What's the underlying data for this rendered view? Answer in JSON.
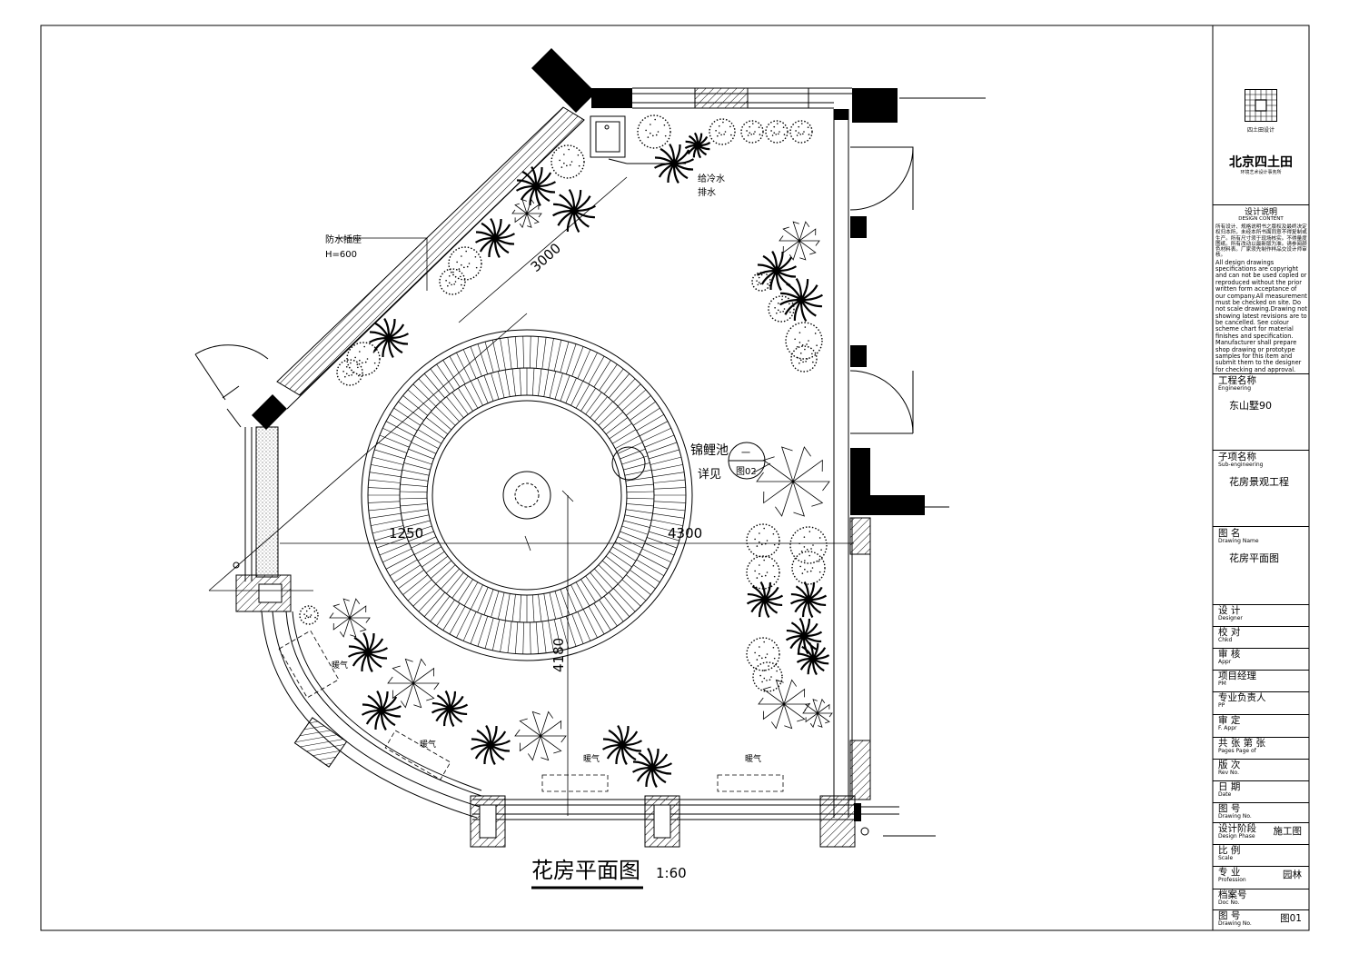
{
  "firm": {
    "logo_name": "四土田设计",
    "name": "北京四土田",
    "subtitle": "环境艺术设计事务所"
  },
  "design_notes": {
    "title_cn": "设计说明",
    "title_en": "DESIGN CONTENT",
    "cn_text": "所有设计、规格说明书之版权及最终决定权归本所，未经本所书面同意不得复制或生产。所有尺寸须于现场核实。不得量度图纸。所有改动以最新版为准。请参阅颜色材料表。厂家须先制作样品交设计师审核。",
    "en_text": "All design drawings specifications are copyright and can not be used copied or reproduced without the prior written form acceptance of our company.All measurement must be checked on site. Do not scale drawing.Drawing not showing latest revisions are to be cancelled. See colour scheme chart for material finishes and specification. Manufacturer shall prepare shop drawing or prototype samples for this item and submit them to the designer for checking and approval."
  },
  "title_block": {
    "engineering": {
      "cn": "工程名称",
      "en": "Engineering",
      "value": "东山墅90"
    },
    "sub_engineering": {
      "cn": "子项名称",
      "en": "Sub-engineering",
      "value": "花房景观工程"
    },
    "drawing_name": {
      "cn": "图    名",
      "en": "Drawing Name",
      "value": "花房平面图"
    },
    "rows": [
      {
        "cn": "设    计",
        "en": "Designer",
        "value": ""
      },
      {
        "cn": "校    对",
        "en": "Chkd",
        "value": ""
      },
      {
        "cn": "审    核",
        "en": "Appr",
        "value": ""
      },
      {
        "cn": "项目经理",
        "en": "PM",
        "value": ""
      },
      {
        "cn": "专业负责人",
        "en": "PP",
        "value": ""
      },
      {
        "cn": "审    定",
        "en": "F. Appr",
        "value": ""
      },
      {
        "cn": "共    张    第    张",
        "en": "Pages          Page of",
        "value": ""
      },
      {
        "cn": "版    次",
        "en": "Rev No.",
        "value": ""
      },
      {
        "cn": "日    期",
        "en": "Date",
        "value": ""
      },
      {
        "cn": "图    号",
        "en": "Drawing No.",
        "value": ""
      },
      {
        "cn": "设计阶段",
        "en": "Design Phase",
        "value": "施工图"
      },
      {
        "cn": "比    例",
        "en": "Scale",
        "value": ""
      },
      {
        "cn": "专    业",
        "en": "Profession",
        "value": "园林"
      },
      {
        "cn": "档案号",
        "en": "Doc No.",
        "value": ""
      },
      {
        "cn": "图    号",
        "en": "Drawing No.",
        "value": "图01"
      }
    ]
  },
  "plan": {
    "title": "花房平面图",
    "scale": "1:60",
    "labels": {
      "waterproof_socket": "防水插座",
      "socket_height": "H=600",
      "water_supply": "给冷水",
      "water_drain": "排水",
      "pond": "锦鲤池",
      "detail_ref": "详见",
      "detail_no": "图02",
      "detail_top": "一",
      "heating": "暖气"
    },
    "dimensions": {
      "diag": "3000",
      "horiz_left": "1250",
      "horiz_right": "4300",
      "vert": "4180"
    }
  },
  "colors": {
    "line": "#000000",
    "background": "#ffffff"
  }
}
